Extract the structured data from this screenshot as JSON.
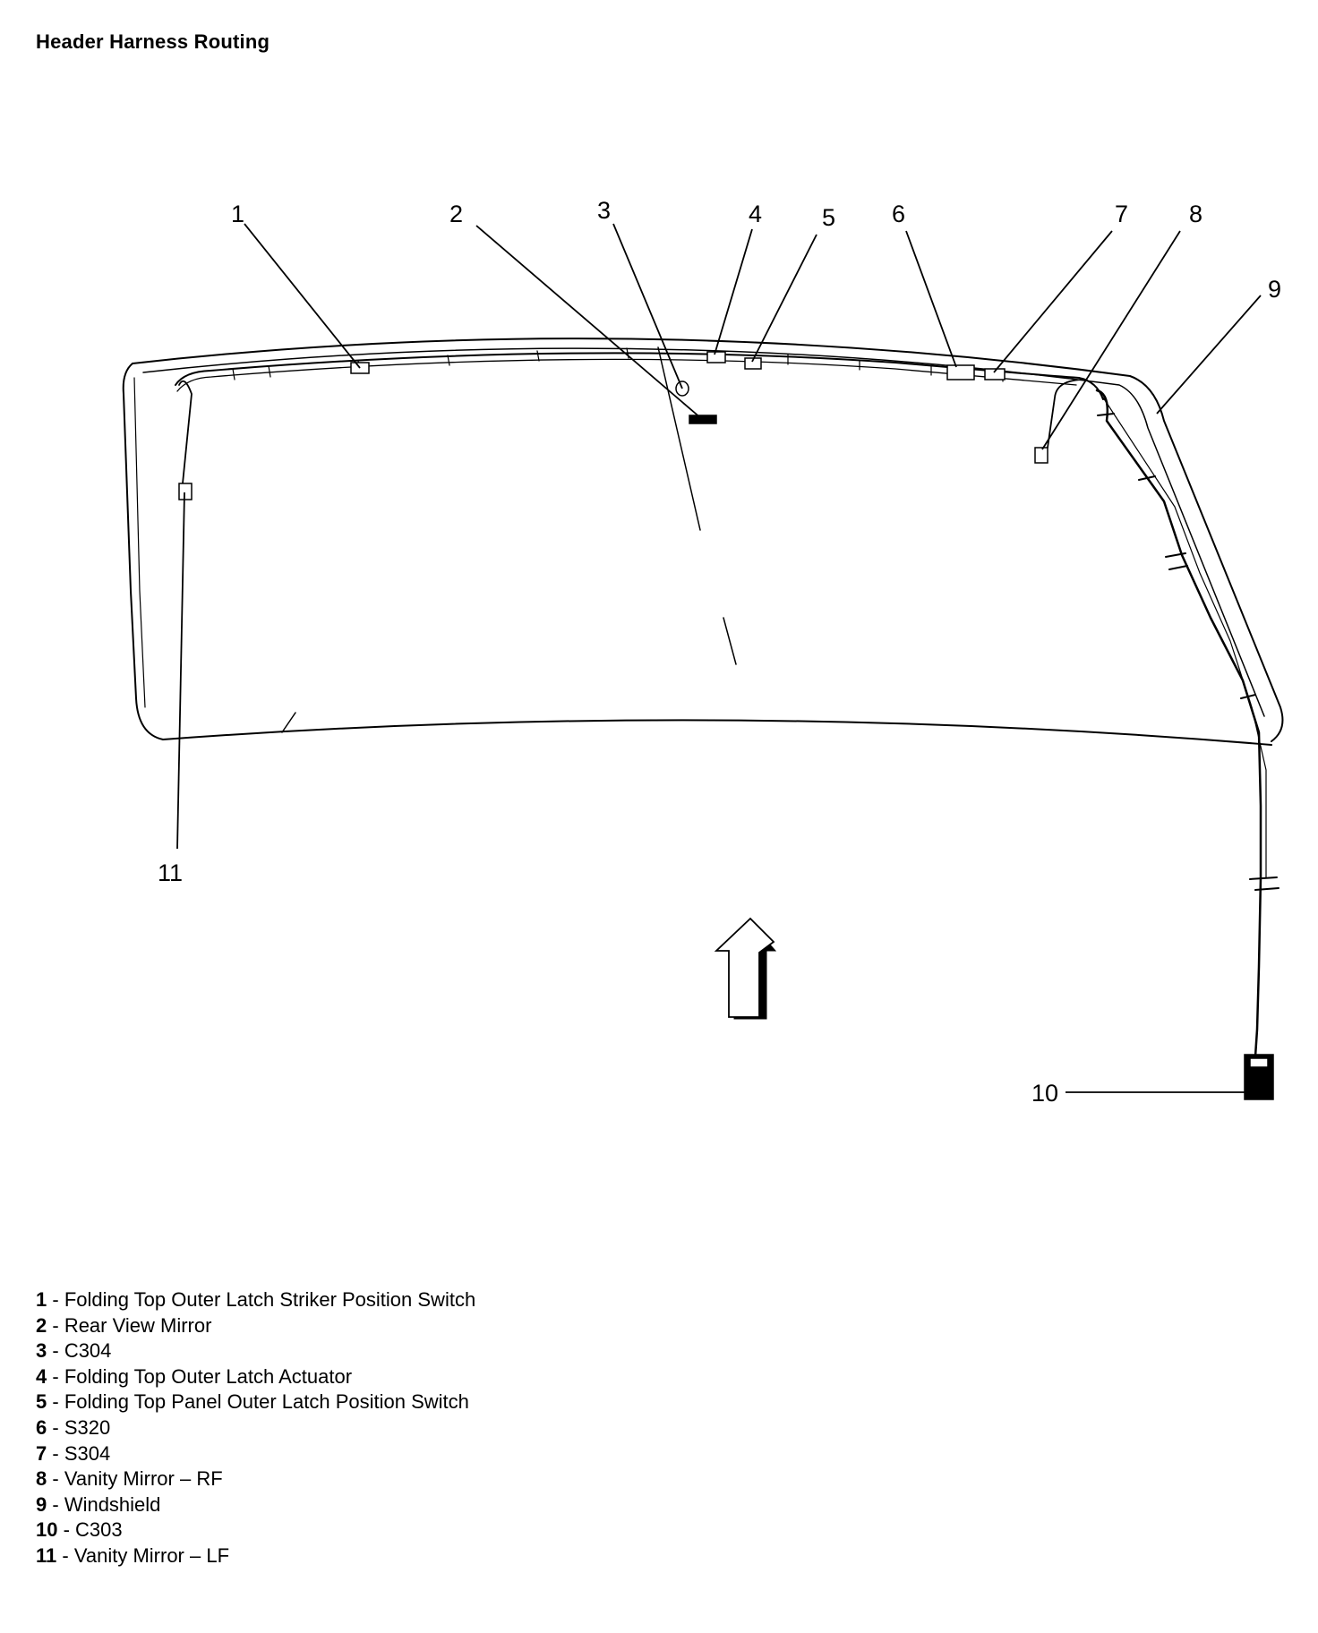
{
  "title": "Header Harness Routing",
  "callouts": [
    "1",
    "2",
    "3",
    "4",
    "5",
    "6",
    "7",
    "8",
    "9",
    "10",
    "11"
  ],
  "legend": [
    {
      "num": "1",
      "sep": " - ",
      "text": "Folding Top Outer Latch Striker Position Switch"
    },
    {
      "num": "2",
      "sep": " - ",
      "text": "Rear View Mirror"
    },
    {
      "num": "3",
      "sep": " - ",
      "text": "C304"
    },
    {
      "num": "4",
      "sep": " - ",
      "text": "Folding Top Outer Latch Actuator"
    },
    {
      "num": "5",
      "sep": " - ",
      "text": "Folding Top Panel Outer Latch Position Switch"
    },
    {
      "num": "6",
      "sep": " - ",
      "text": "S320"
    },
    {
      "num": "7",
      "sep": " - ",
      "text": "S304"
    },
    {
      "num": "8",
      "sep": " - ",
      "text": "Vanity Mirror – RF"
    },
    {
      "num": "9",
      "sep": " - ",
      "text": "Windshield"
    },
    {
      "num": "10",
      "sep": " - ",
      "text": "C303"
    },
    {
      "num": "11",
      "sep": " - ",
      "text": "Vanity Mirror – LF"
    }
  ]
}
